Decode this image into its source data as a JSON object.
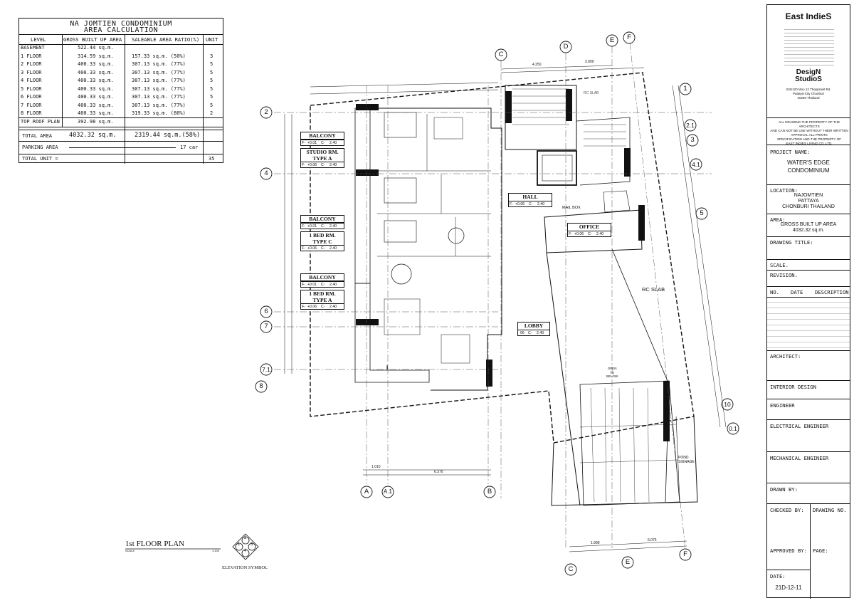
{
  "area_table": {
    "title_line1": "NA JOMTIEN CONDOMINIUM",
    "title_line2": "AREA CALCULATION",
    "headers": [
      "LEVEL",
      "GROSS BUILT UP AREA",
      "SALEABLE AREA RATIO(%)",
      "UNIT"
    ],
    "rows": [
      {
        "level": "BASEMENT",
        "gross": "522.44 sq.m.",
        "saleable": "",
        "unit": ""
      },
      {
        "level": "1 FLOOR",
        "gross": "314.59 sq.m.",
        "saleable": "157.33 sq.m. (50%)",
        "unit": "3"
      },
      {
        "level": "2 FLOOR",
        "gross": "400.33 sq.m.",
        "saleable": "307.13 sq.m. (77%)",
        "unit": "5"
      },
      {
        "level": "3 FLOOR",
        "gross": "400.33 sq.m.",
        "saleable": "307.13 sq.m. (77%)",
        "unit": "5"
      },
      {
        "level": "4 FLOOR",
        "gross": "400.33 sq.m.",
        "saleable": "307.13 sq.m. (77%)",
        "unit": "5"
      },
      {
        "level": "5 FLOOR",
        "gross": "400.33 sq.m.",
        "saleable": "307.13 sq.m. (77%)",
        "unit": "5"
      },
      {
        "level": "6 FLOOR",
        "gross": "400.33 sq.m.",
        "saleable": "307.13 sq.m. (77%)",
        "unit": "5"
      },
      {
        "level": "7 FLOOR",
        "gross": "400.33 sq.m.",
        "saleable": "307.13 sq.m. (77%)",
        "unit": "5"
      },
      {
        "level": "8 FLOOR",
        "gross": "400.33 sq.m.",
        "saleable": "319.33 sq.m. (80%)",
        "unit": "2"
      },
      {
        "level": "TOP ROOF PLAN",
        "gross": "392.98 sq.m.",
        "saleable": "",
        "unit": ""
      }
    ],
    "total_label": "TOTAL AREA",
    "total_gross": "4032.32 sq.m.",
    "total_saleable": "2319.44 sq.m.(58%)",
    "parking_label": "PARKING AREA",
    "parking_value": "17 car",
    "total_unit_label": "TOTAL UNIT =",
    "total_unit_value": "35"
  },
  "title_block": {
    "company_line1": "East IndieS",
    "company_line2": "DesigN",
    "company_line3": "StudioS",
    "address_1": "315/120 Moo 12 Thepprasit Rd.",
    "address_2": "Pattaya-City Chonburi",
    "address_3": "20260 Thailand",
    "notice_1": "ALL DRAWING THE PROPERTY OF THE ARCHITECTS",
    "notice_2": "AND CAN NOT BE USE WITHOUT THEIR WRITTEN",
    "notice_3": "APPROVAL ALL PRINTS",
    "notice_4": "SPECIFICATION AND THE PROPERTY OF",
    "notice_5": "EAST INDIES LIVING CO.,LTD.",
    "project_label": "PROJECT NAME:",
    "project_1": "WATER'S EDGE",
    "project_2": "CONDOMINIUM",
    "location_label": "LOCATION:",
    "location_1": "NAJOMTIEN",
    "location_2": "PATTAYA",
    "location_3": "CHONBURI THAILAND",
    "area_label": "AREA:",
    "area_1": "GROSS BUILT UP AREA",
    "area_2": "4032.32 sq.m.",
    "drawing_title_label": "DRAWING TITLE:",
    "scale_label": "SCALE.",
    "revision_label": "REVISION.",
    "rev_no": "NO.",
    "rev_date": "DATE",
    "rev_desc": "DESCRIPTION",
    "architect_label": "ARCHITECT:",
    "interior_label": "INTERIOR DESIGN",
    "engineer_label": "ENGINEER",
    "electrical_label": "ELECTRICAL ENGINEER",
    "mechanical_label": "MECHANICAL ENGINEER",
    "drawn_label": "DRAWN BY:",
    "checked_label": "CHECKED BY:",
    "drawing_no_label": "DRAWING NO.",
    "approved_label": "APPROVED BY:",
    "page_label": "PAGE:",
    "date_label": "DATE:",
    "date_value": "21D-12-11"
  },
  "plan": {
    "title": "1st FLOOR PLAN",
    "scale_word": "SCALE",
    "scale_value": "1:100",
    "elevation_label": "ELEVATION SYMBOL",
    "elev_numbers": [
      "1",
      "2",
      "3",
      "4"
    ],
    "rooms": {
      "balcony": "BALCONY",
      "studio_1": "STUDIO RM.",
      "studio_2": "TYPE A",
      "bed_c_1": "1 BED RM.",
      "bed_c_2": "TYPE C",
      "bed_a_1": "1 BED RM.",
      "bed_a_2": "TYPE A",
      "hall": "HALL",
      "office": "OFFICE",
      "lobby": "LOBBY"
    },
    "levels": {
      "f": "F-",
      "c": "C-",
      "balcony_f": "+0.01",
      "room_f": "+0.06",
      "height": "2.40",
      "lobby_f": "06"
    },
    "notes": {
      "mail_box": "MAIL BOX",
      "rc_slab": "RC SLAB",
      "rc_slab_top": "RC SLAB",
      "open_to_below_1": "OPEN",
      "open_to_below_2": "TO",
      "open_to_below_3": "BELOW",
      "pond_1": "POND",
      "pond_2": "SIGNAGE",
      "section_mark": "I"
    },
    "grid_top": [
      "C",
      "D",
      "E",
      "F"
    ],
    "grid_bottom": [
      "A",
      "A.1",
      "B"
    ],
    "grid_bottom_right": [
      "C",
      "E",
      "F"
    ],
    "grid_left": [
      "2",
      "4",
      "6",
      "7",
      "7.1",
      "8"
    ],
    "grid_right": [
      "1",
      "2.1",
      "3",
      "4.1",
      "5",
      "10",
      "0.1"
    ],
    "dims_top": [
      "4.250",
      "3.000"
    ],
    "dims_bottom": [
      "1.010",
      "6.370"
    ],
    "dims_bottom_right": [
      "1.990",
      "6.075"
    ]
  }
}
